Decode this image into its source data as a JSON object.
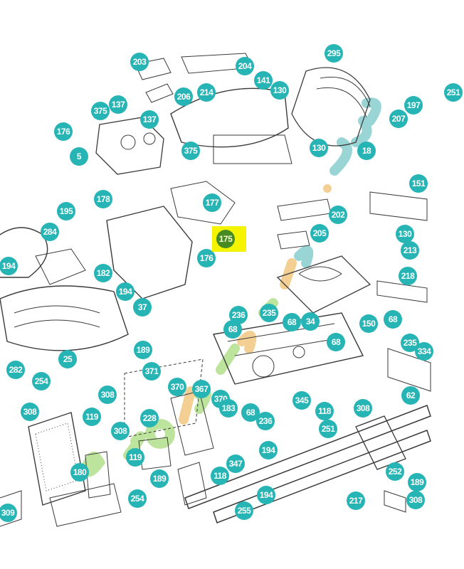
{
  "colors": {
    "bubble": "#26b4b4",
    "highlight": "#f4f400",
    "highlight_text": "#2a7a2a",
    "line": "#3a3a3a",
    "watermark_green": "#a8dc7c",
    "watermark_orange": "#f0c070",
    "watermark_teal": "#78c8c8"
  },
  "watermark": "Ecoetjardin.com",
  "highlighted": "175",
  "callouts": [
    "203",
    "204",
    "141",
    "130",
    "295",
    "251",
    "137",
    "375",
    "214",
    "206",
    "197",
    "207",
    "176",
    "137",
    "375",
    "5",
    "130",
    "18",
    "151",
    "178",
    "177",
    "195",
    "202",
    "130",
    "284",
    "175",
    "205",
    "213",
    "176",
    "218",
    "194",
    "182",
    "194",
    "37",
    "150",
    "68",
    "68",
    "236",
    "235",
    "68",
    "34",
    "68",
    "235",
    "334",
    "25",
    "189",
    "371",
    "282",
    "254",
    "62",
    "308",
    "370",
    "367",
    "370",
    "183",
    "68",
    "236",
    "345",
    "118",
    "308",
    "308",
    "119",
    "308",
    "251",
    "228",
    "194",
    "180",
    "347",
    "118",
    "252",
    "119",
    "189",
    "189",
    "217",
    "308",
    "309",
    "254",
    "255",
    "194"
  ]
}
